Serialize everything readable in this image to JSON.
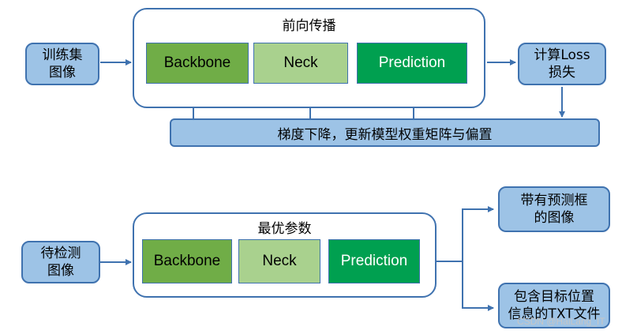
{
  "training": {
    "input_label": "训练集\n图像",
    "frame_title": "前向传播",
    "modules": [
      "Backbone",
      "Neck",
      "Prediction"
    ],
    "loss_label": "计算Loss\n损失",
    "update_bar": "梯度下降，更新模型权重矩阵与偏置"
  },
  "inference": {
    "input_label": "待检测\n图像",
    "frame_title": "最优参数",
    "modules": [
      "Backbone",
      "Neck",
      "Prediction"
    ],
    "output_1": "带有预测框\n的图像",
    "output_2": "包含目标位置\n信息的TXT文件"
  },
  "watermark": "CSDN @HaiLang_IT",
  "colors": {
    "box_fill": "#9dc3e6",
    "border": "#3f72af",
    "backbone": "#70ad47",
    "neck": "#a9d18e",
    "prediction": "#00a050"
  }
}
